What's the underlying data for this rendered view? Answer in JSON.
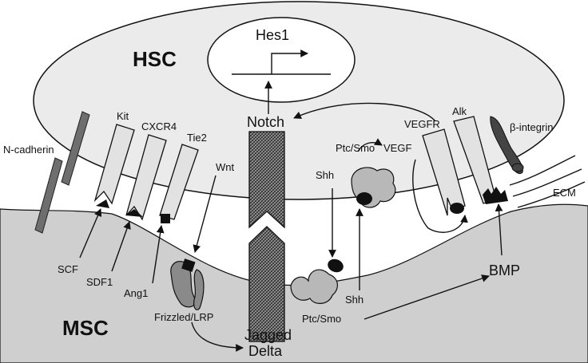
{
  "labels": {
    "hsc": "HSC",
    "msc": "MSC",
    "hes1": "Hes1",
    "notch": "Notch",
    "jagged": "Jagged",
    "delta": "Delta",
    "n_cadherin": "N-cadherin",
    "kit": "Kit",
    "cxcr4": "CXCR4",
    "tie2": "Tie2",
    "wnt": "Wnt",
    "scf": "SCF",
    "sdf1": "SDF1",
    "ang1": "Ang1",
    "frizzled_lrp": "Frizzled/LRP",
    "shh_top": "Shh",
    "shh_bottom": "Shh",
    "ptc_smo_top": "Ptc/Smo",
    "ptc_smo_bottom": "Ptc/Smo",
    "vegf": "VEGF",
    "vegfr": "VEGFR",
    "alk": "Alk",
    "beta_integrin": "β-integrin",
    "ecm": "ECM",
    "bmp": "BMP"
  },
  "colors": {
    "cell_fill": "#ebebeb",
    "stroma_fill": "#cfcfcf",
    "receptor_fill": "#e2e2e2",
    "dark_molecule": "#111111",
    "cadherin_fill": "#6e6e6e",
    "frizzled_fill": "#8a8a8a",
    "ptc_fill": "#b8b8b8"
  }
}
